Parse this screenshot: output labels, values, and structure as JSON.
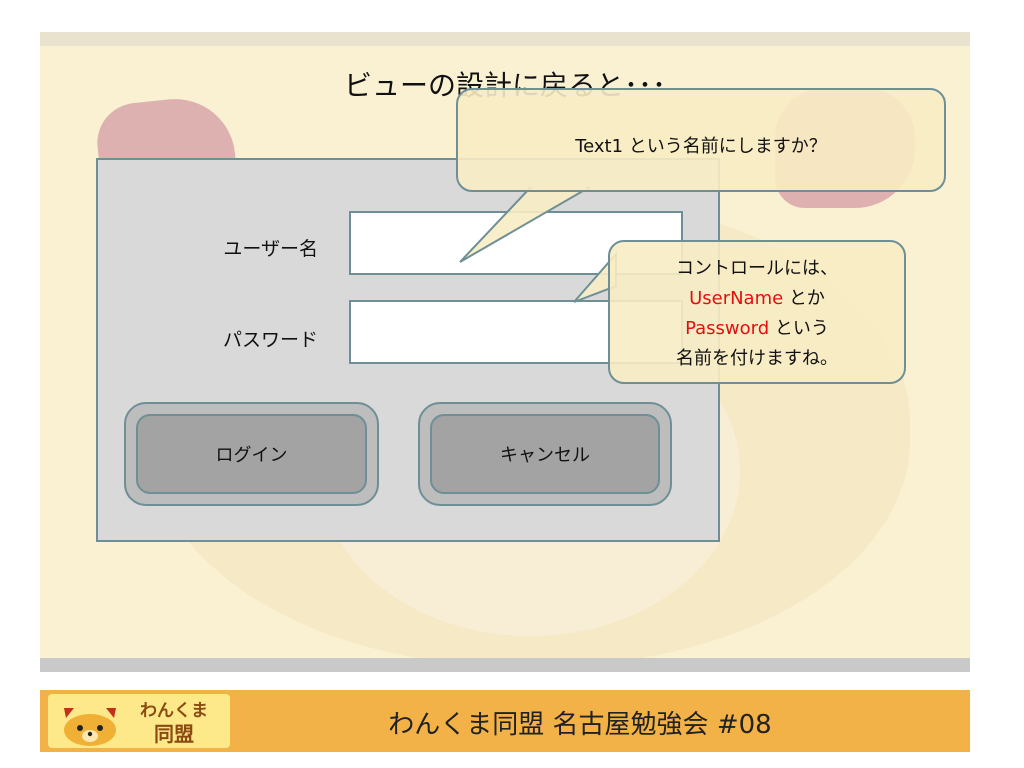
{
  "slide": {
    "title": "ビューの設計に戻ると･･･"
  },
  "form": {
    "username_label": "ユーザー名",
    "password_label": "パスワード",
    "login_button": "ログイン",
    "cancel_button": "キャンセル"
  },
  "bubble_top": {
    "text": "Text1 という名前にしますか？"
  },
  "bubble_right": {
    "line1": "コントロールには、",
    "line2_red": "UserName",
    "line2_rest": " とか",
    "line3_red": "Password",
    "line3_rest": " という",
    "line4": "名前を付けますね。"
  },
  "footer": {
    "logo_line1": "わんくま",
    "logo_line2": "同盟",
    "text": "わんくま同盟 名古屋勉強会 #08"
  },
  "colors": {
    "accent_red": "#e01010",
    "border": "#6e8f96",
    "footer_bg": "#f2b247"
  }
}
